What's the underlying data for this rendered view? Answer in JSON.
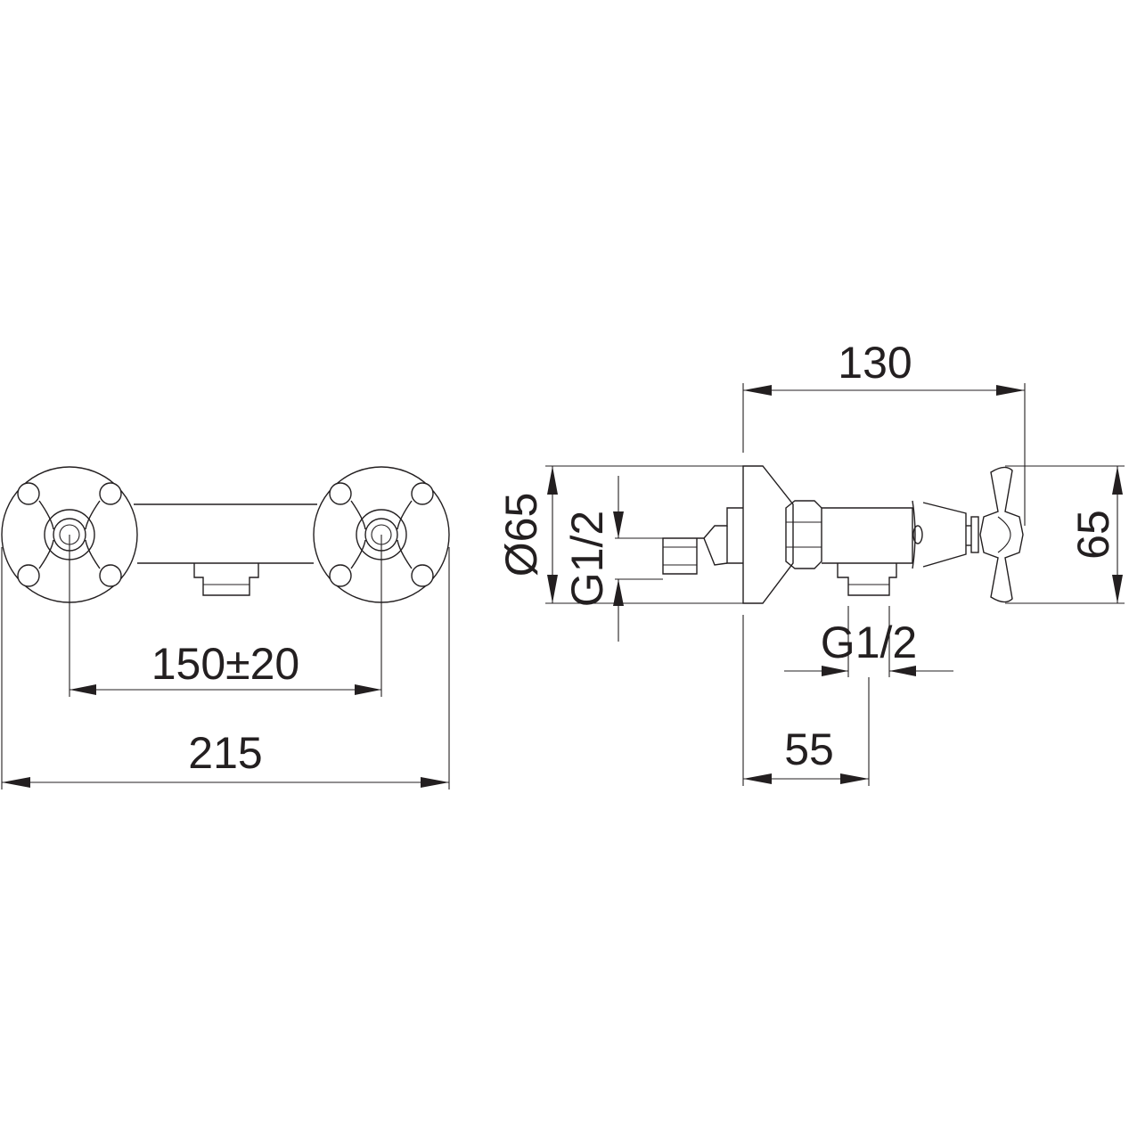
{
  "colors": {
    "line": "#231f20",
    "background": "#ffffff"
  },
  "dimensions": {
    "front_total_width": "215",
    "front_center_distance": "150±20",
    "side_depth": "130",
    "side_diameter": "Ø65",
    "side_inlet_thread": "G1/2",
    "side_outlet_thread": "G1/2",
    "side_height": "65",
    "side_outlet_offset": "55"
  }
}
